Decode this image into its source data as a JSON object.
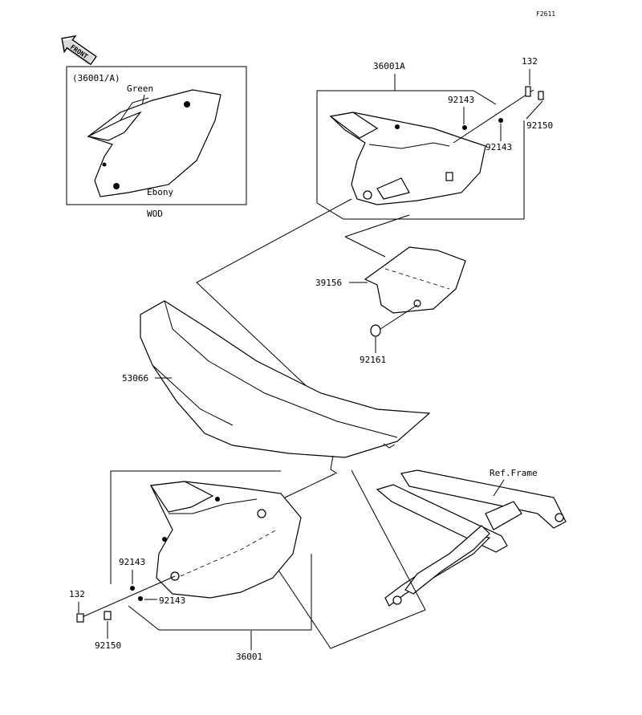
{
  "figure_code": "F2611",
  "front_marker": "FRONT",
  "inset": {
    "ref": "(36001/A)",
    "color_green": "Green",
    "color_ebony": "Ebony",
    "variant": "WOD"
  },
  "labels": {
    "p36001A": "36001A",
    "p132_top": "132",
    "p92143_a": "92143",
    "p92150_top": "92150",
    "p92143_b": "92143",
    "p39156": "39156",
    "p92161": "92161",
    "p53066": "53066",
    "ref_frame": "Ref.Frame",
    "p92143_c": "92143",
    "p92143_d": "92143",
    "p132_bot": "132",
    "p92150_bot": "92150",
    "p36001": "36001"
  }
}
